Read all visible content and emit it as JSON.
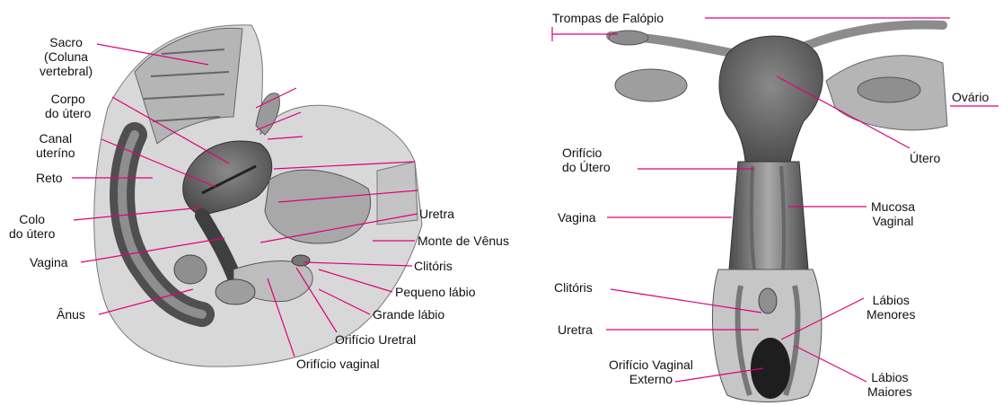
{
  "colors": {
    "leader_line": "#e0007a",
    "tissue_dark": "#5a5a5a",
    "tissue_mid": "#9a9a9a",
    "tissue_light": "#cfcfcf"
  },
  "left_diagram": {
    "labels": {
      "sacro": "Sacro\n(Coluna\nvertebral)",
      "corpo_utero": "Corpo\ndo útero",
      "canal_uterino": "Canal\nuteríno",
      "reto": "Reto",
      "colo_utero": "Colo\ndo útero",
      "vagina": "Vagina",
      "anus": "Ânus",
      "uretra": "Uretra",
      "monte_venus": "Monte de Vênus",
      "clitoris": "Clitóris",
      "pequeno_labio": "Pequeno lábio",
      "grande_labio": "Grande lábio",
      "orificio_uretral": "Orifício Uretral",
      "orificio_vaginal": "Orifício vaginal"
    }
  },
  "right_diagram": {
    "labels": {
      "trompas": "Trompas de Falópio",
      "ovario": "Ovário",
      "orificio_utero": "Orifício\ndo Útero",
      "utero": "Útero",
      "vagina": "Vagina",
      "mucosa_vaginal": "Mucosa\nVaginal",
      "clitoris": "Clitóris",
      "labios_menores": "Lábios\nMenores",
      "uretra": "Uretra",
      "orificio_vaginal_externo": "Orifício Vaginal\nExterno",
      "labios_maiores": "Lábios\nMaiores"
    }
  }
}
